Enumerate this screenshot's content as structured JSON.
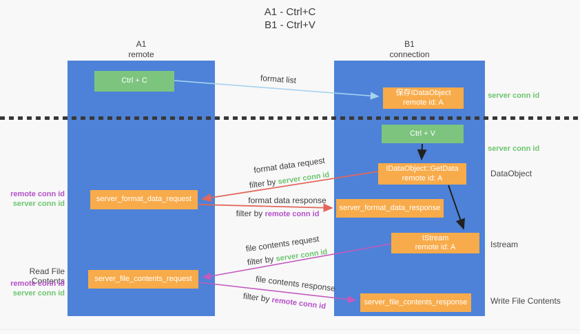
{
  "title": {
    "line1": "A1 - Ctrl+C",
    "line2": "B1 - Ctrl+V"
  },
  "columns": {
    "left": {
      "name": "A1",
      "subtitle": "remote"
    },
    "right": {
      "name": "B1",
      "subtitle": "connection"
    }
  },
  "nodes": {
    "ctrl_c": {
      "label": "Ctrl + C"
    },
    "save_idataobject": {
      "line1": "保存IDataObject",
      "line2": "remote id: A"
    },
    "ctrl_v": {
      "label": "Ctrl + V"
    },
    "getdata": {
      "line1": "IDataObject::GetData",
      "line2": "remote id: A"
    },
    "format_request": {
      "label": "server_format_data_request"
    },
    "format_response": {
      "label": "server_format_data_response"
    },
    "istream": {
      "line1": "IStream",
      "line2": "remote id: A"
    },
    "file_request": {
      "label": "server_file_contents_request"
    },
    "file_response": {
      "label": "server_file_contents_response"
    }
  },
  "flow_labels": {
    "format_list": "format list",
    "format_data_request": "format data request",
    "format_data_response": "format data response",
    "file_contents_request": "file contents request",
    "file_contents_response": "file contents response",
    "filter_by": "filter by",
    "server_conn_id": "server conn id",
    "remote_conn_id": "remote conn id"
  },
  "side_labels": {
    "right_server_conn_id_1": "server conn id",
    "right_server_conn_id_2": "server conn id",
    "dataobject": "DataObject",
    "istream": "Istream",
    "write_file_contents": "Write File Contents",
    "read_file_contents": "Read File Contents",
    "left_remote_conn_id_1": "remote conn id",
    "left_server_conn_id_1": "server conn id",
    "left_remote_conn_id_2": "remote conn id",
    "left_server_conn_id_2": "server conn id"
  },
  "colors": {
    "background": "#f8f8f8",
    "column_blue": "#4d82d8",
    "box_green": "#7dc47f",
    "box_orange": "#f8ab4a",
    "label_green": "#6cc56e",
    "label_purple": "#b44fc8",
    "arrow_red": "#e2675c",
    "arrow_magenta": "#c35abe",
    "arrow_light_blue": "#a6d2f0",
    "arrow_black": "#222222",
    "separator_dark": "#383838"
  }
}
